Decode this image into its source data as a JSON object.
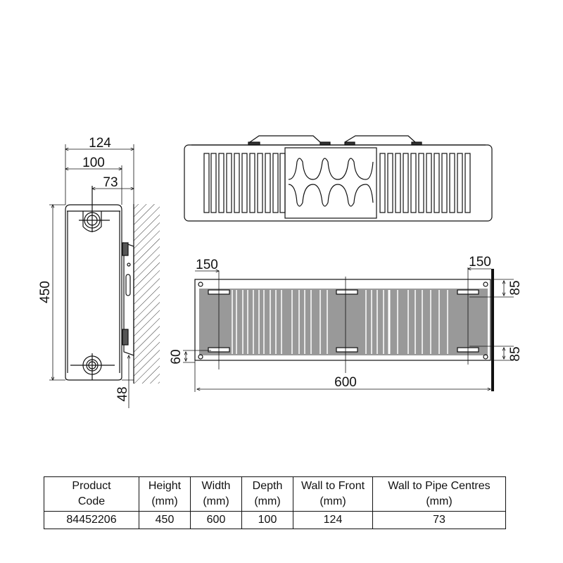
{
  "diagram": {
    "side_view": {
      "dim_wall_to_front": "124",
      "dim_depth": "100",
      "dim_wall_to_pipe": "73",
      "dim_height": "450",
      "dim_bottom_offset": "48"
    },
    "top_view": {},
    "front_view": {
      "dim_left_bracket": "150",
      "dim_right_bracket": "150",
      "dim_top_bracket": "85",
      "dim_bottom_bracket": "85",
      "dim_bottom_offset": "60",
      "dim_width": "600"
    }
  },
  "spec_table": {
    "headers": [
      [
        "Product",
        "Code"
      ],
      [
        "Height",
        "(mm)"
      ],
      [
        "Width",
        "(mm)"
      ],
      [
        "Depth",
        "(mm)"
      ],
      [
        "Wall to Front",
        "(mm)"
      ],
      [
        "Wall to Pipe Centres",
        "(mm)"
      ]
    ],
    "row": [
      "84452206",
      "450",
      "600",
      "100",
      "124",
      "73"
    ]
  }
}
